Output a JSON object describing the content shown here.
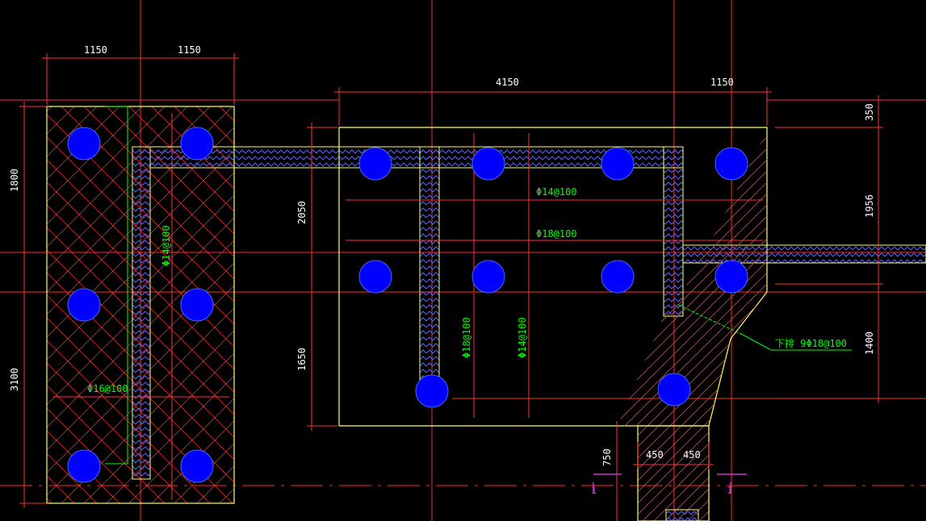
{
  "colors": {
    "background": "#000000",
    "grid": "#ff2a2a",
    "dimension": "#ff3333",
    "outline": "#ffff66",
    "pile": "#0000ff",
    "rebar": "#00ff00",
    "wall": "#3344ff",
    "hatch": "#ff3333",
    "text": "#ffffff"
  },
  "dimensions": {
    "left_top_1": "1150",
    "left_top_2": "1150",
    "left_side_1": "1800",
    "left_side_2": "3100",
    "mid_top_1": "4150",
    "mid_top_2": "1150",
    "mid_side_1": "2050",
    "mid_side_2": "1650",
    "right_side_1": "350",
    "right_side_2": "1956",
    "right_side_3": "1400",
    "bottom_1": "450",
    "bottom_2": "450",
    "bottom_side": "750"
  },
  "rebar_labels": {
    "left_vertical": "Φ14@100",
    "left_bottom": "Φ16@100",
    "mid_top": "Φ14@100",
    "mid_second": "Φ18@100",
    "mid_vertical_1": "Φ18@100",
    "mid_vertical_2": "Φ14@100",
    "diagonal": "下排 9Φ18@100"
  },
  "section_markers": [
    "1",
    "1"
  ],
  "icons": {
    "pile": "pile-circle-icon"
  }
}
